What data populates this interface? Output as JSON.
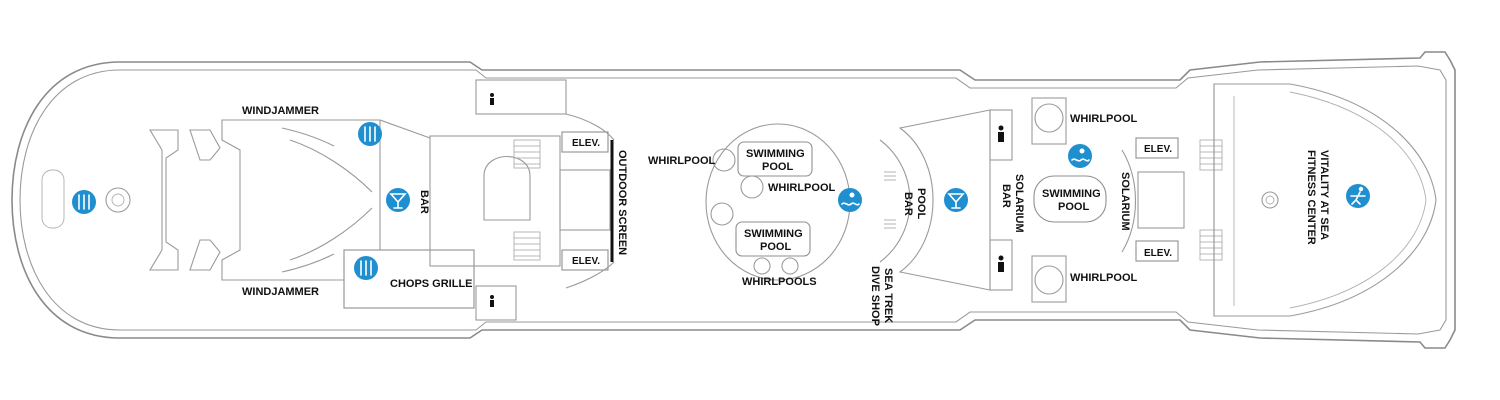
{
  "labels": {
    "windjammer_top": "WINDJAMMER",
    "windjammer_bottom": "WINDJAMMER",
    "chops_grille": "CHOPS GRILLE",
    "bar": "BAR",
    "elev_1": "ELEV.",
    "elev_2": "ELEV.",
    "outdoor_screen": "OUTDOOR SCREEN",
    "whirlpool_left": "WHIRLPOOL",
    "swimming_pool_top_1": "SWIMMING",
    "swimming_pool_top_2": "POOL",
    "whirlpool_center": "WHIRLPOOL",
    "swimming_pool_bottom_1": "SWIMMING",
    "swimming_pool_bottom_2": "POOL",
    "whirlpools": "WHIRLPOOLS",
    "pool_bar_1": "POOL",
    "pool_bar_2": "BAR",
    "sea_trek_1": "SEA TREK",
    "sea_trek_2": "DIVE SHOP",
    "solarium_bar_1": "SOLARIUM",
    "solarium_bar_2": "BAR",
    "whirlpool_upper_right": "WHIRLPOOL",
    "whirlpool_lower_right": "WHIRLPOOL",
    "solarium_pool_1": "SWIMMING",
    "solarium_pool_2": "POOL",
    "solarium": "SOLARIUM",
    "elev_3": "ELEV.",
    "elev_4": "ELEV.",
    "fitness_1": "VITALITY AT SEA",
    "fitness_2": "FITNESS CENTER"
  },
  "icons": {
    "dining": "dining-icon",
    "bar": "cocktail-icon",
    "pool": "pool-icon",
    "fitness": "fitness-icon",
    "restroom": "restroom-icon"
  },
  "colors": {
    "icon_blue": "#1f8fd0",
    "outline_gray": "#8a8a8a"
  }
}
